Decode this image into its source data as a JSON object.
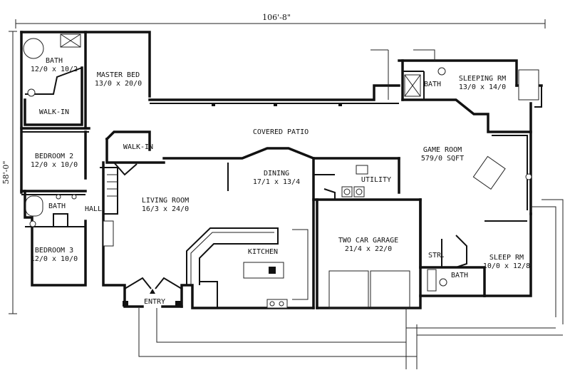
{
  "dimensions": {
    "width": "106'-8\"",
    "depth": "58'-0\""
  },
  "rooms": {
    "bath_master": {
      "name": "BATH",
      "size": "12/0 x 10/2"
    },
    "master_bed": {
      "name": "MASTER BED",
      "size": "13/0 x 20/0"
    },
    "walk_in_master": {
      "name": "WALK-IN"
    },
    "bedroom2": {
      "name": "BEDROOM 2",
      "size": "12/0 x 10/0"
    },
    "walk_in_2": {
      "name": "WALK-IN"
    },
    "bath_hall": {
      "name": "BATH"
    },
    "hall": {
      "name": "HALL"
    },
    "bedroom3": {
      "name": "BEDROOM 3",
      "size": "12/0 x 10/0"
    },
    "covered_patio": {
      "name": "COVERED PATIO"
    },
    "living_room": {
      "name": "LIVING ROOM",
      "size": "16/3 x 24/0"
    },
    "dining": {
      "name": "DINING",
      "size": "17/1 x 13/4"
    },
    "utility": {
      "name": "UTILITY"
    },
    "kitchen": {
      "name": "KITCHEN"
    },
    "entry": {
      "name": "ENTRY"
    },
    "garage": {
      "name": "TWO CAR GARAGE",
      "size": "21/4 x 22/0"
    },
    "bath_east": {
      "name": "BATH"
    },
    "sleeping_rm": {
      "name": "SLEEPING RM",
      "size": "13/0 x 14/0"
    },
    "game_room": {
      "name": "GAME ROOM",
      "size": "579/0 SQFT"
    },
    "str": {
      "name": "STR."
    },
    "bath_se": {
      "name": "BATH"
    },
    "sleep_rm": {
      "name": "SLEEP RM",
      "size": "10/0 x 12/8"
    }
  }
}
